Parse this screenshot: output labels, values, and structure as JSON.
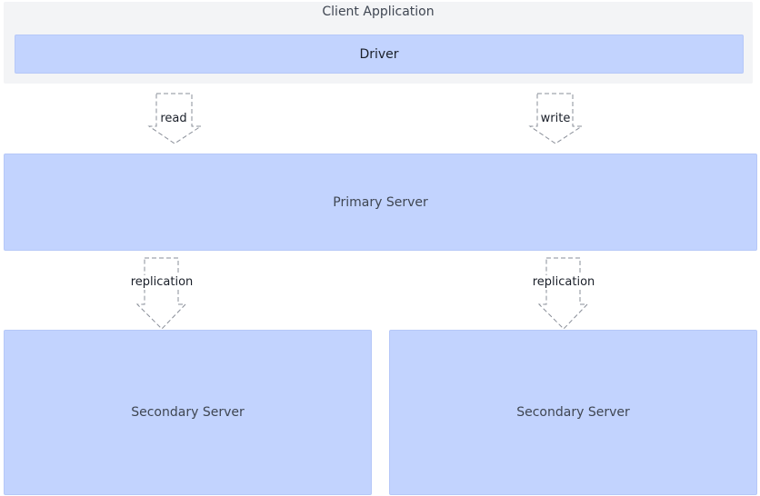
{
  "client_application": {
    "title": "Client Application",
    "driver_label": "Driver"
  },
  "connections": {
    "read_label": "read",
    "write_label": "write",
    "replication_left_label": "replication",
    "replication_right_label": "replication"
  },
  "servers": {
    "primary_label": "Primary Server",
    "secondary_left_label": "Secondary Server",
    "secondary_right_label": "Secondary Server"
  },
  "colors": {
    "container_background": "#f3f4f6",
    "node_fill": "#c2d3fe",
    "arrow_stroke": "#8a8f99"
  }
}
